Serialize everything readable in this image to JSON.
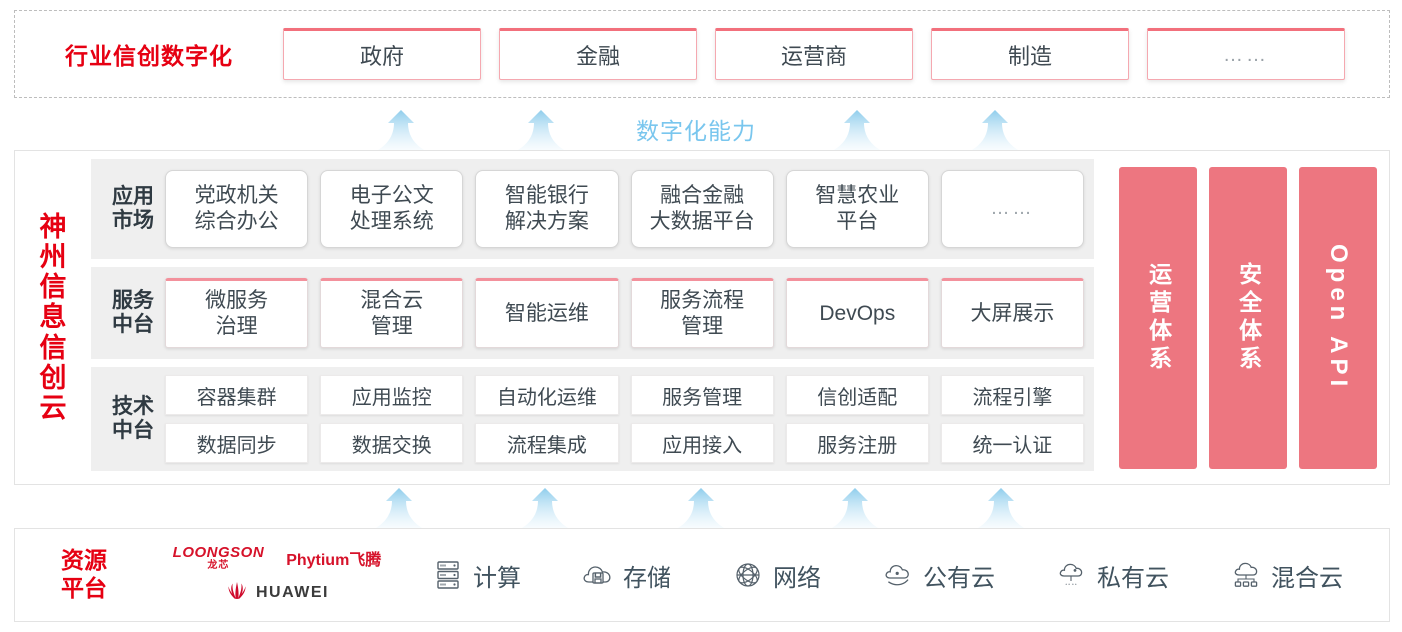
{
  "colors": {
    "brand_red": "#E60012",
    "pink_pillar": "#ED7680",
    "card_border_pink": "#F2707C",
    "capability_blue": "#79C6EE",
    "layer_bg": "#EFEFEF",
    "text_dark": "#3F4A52",
    "vendor_red": "#D6122A"
  },
  "industry": {
    "title": "行业信创数字化",
    "cards": [
      {
        "label": "政府"
      },
      {
        "label": "金融"
      },
      {
        "label": "运营商"
      },
      {
        "label": "制造"
      },
      {
        "label": "……"
      }
    ]
  },
  "capability": {
    "label": "数字化能力"
  },
  "cloud": {
    "title_chars": [
      "神",
      "州",
      "信",
      "息",
      "信",
      "创",
      "云"
    ],
    "layers": [
      {
        "name": "application-market",
        "label_chars": [
          "应用",
          "市场"
        ],
        "cards": [
          {
            "line1": "党政机关",
            "line2": "综合办公"
          },
          {
            "line1": "电子公文",
            "line2": "处理系统"
          },
          {
            "line1": "智能银行",
            "line2": "解决方案"
          },
          {
            "line1": "融合金融",
            "line2": "大数据平台"
          },
          {
            "line1": "智慧农业",
            "line2": "平台"
          },
          {
            "line1": "……",
            "line2": ""
          }
        ]
      },
      {
        "name": "service-platform",
        "label_chars": [
          "服务",
          "中台"
        ],
        "cards": [
          {
            "line1": "微服务",
            "line2": "治理"
          },
          {
            "line1": "混合云",
            "line2": "管理"
          },
          {
            "line1": "智能运维",
            "line2": ""
          },
          {
            "line1": "服务流程",
            "line2": "管理"
          },
          {
            "line1": "DevOps",
            "line2": ""
          },
          {
            "line1": "大屏展示",
            "line2": ""
          }
        ]
      },
      {
        "name": "technology-platform",
        "label_chars": [
          "技术",
          "中台"
        ],
        "rows": [
          [
            "容器集群",
            "应用监控",
            "自动化运维",
            "服务管理",
            "信创适配",
            "流程引擎"
          ],
          [
            "数据同步",
            "数据交换",
            "流程集成",
            "应用接入",
            "服务注册",
            "统一认证"
          ]
        ]
      }
    ],
    "pillars": [
      {
        "text": "运营体系",
        "orientation": "vertical-cn"
      },
      {
        "text": "安全体系",
        "orientation": "vertical-cn"
      },
      {
        "text": "Open API",
        "orientation": "vertical-en"
      }
    ]
  },
  "resource": {
    "title_lines": [
      "资源",
      "平台"
    ],
    "vendors": [
      {
        "name": "loongson",
        "en": "LOONGSON",
        "cn": "龙芯"
      },
      {
        "name": "phytium",
        "en": "Phytium飞腾"
      },
      {
        "name": "huawei",
        "en": "HUAWEI"
      }
    ],
    "items": [
      {
        "icon": "server-rack-icon",
        "label": "计算"
      },
      {
        "icon": "cloud-storage-icon",
        "label": "存储"
      },
      {
        "icon": "network-icon",
        "label": "网络"
      },
      {
        "icon": "public-cloud-icon",
        "label": "公有云"
      },
      {
        "icon": "private-cloud-icon",
        "label": "私有云"
      },
      {
        "icon": "hybrid-cloud-icon",
        "label": "混合云"
      }
    ]
  }
}
